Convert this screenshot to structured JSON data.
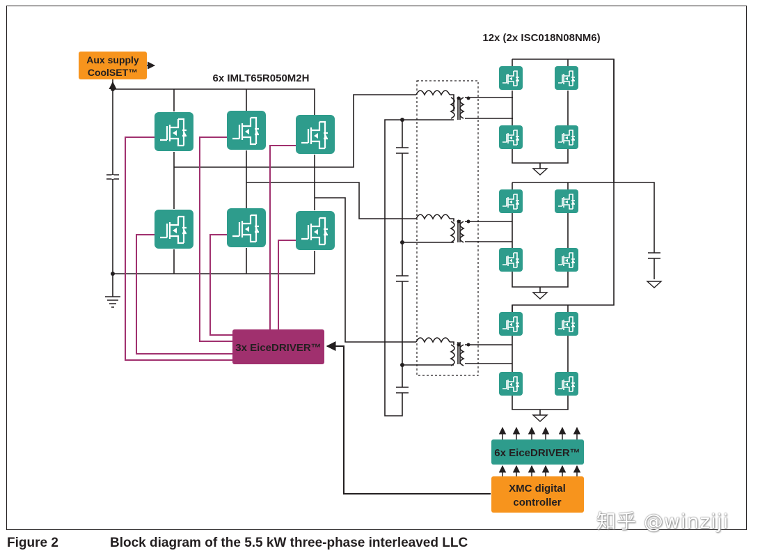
{
  "labels": {
    "aux_supply": [
      "Aux supply",
      "CoolSET™"
    ],
    "primary_mosfets": "6x IMLT65R050M2H",
    "secondary_mosfets": "12x (2x ISC018N08NM6)",
    "primary_driver": "3x EiceDRIVER™",
    "secondary_driver": "6x EiceDRIVER™",
    "controller": [
      "XMC digital",
      "controller"
    ]
  },
  "caption": {
    "figure": "Figure 2",
    "title": "Block diagram of the 5.5 kW three-phase interleaved LLC"
  },
  "watermark": "知乎 @winziji",
  "colors": {
    "mosfet": "#2e9c8c",
    "primary_driver": "#a0306e",
    "secondary_driver": "#2e9c8c",
    "controller": "#f7941d",
    "aux_supply": "#f7941d",
    "gate_wires": "#a0306e",
    "wires": "#231f20"
  }
}
